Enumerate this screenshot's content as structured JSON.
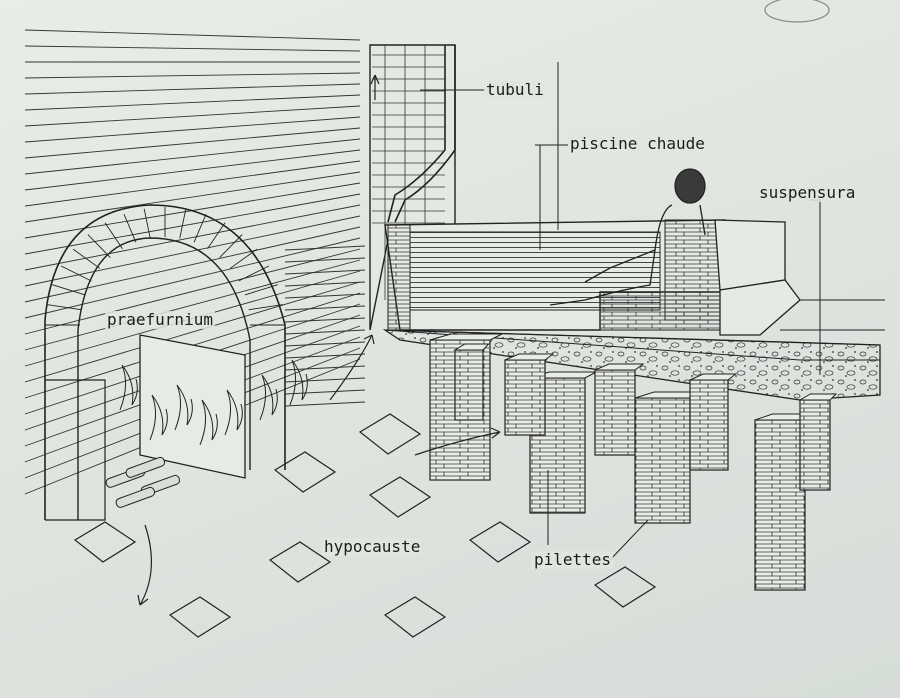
{
  "diagram": {
    "labels": {
      "tubuli": "tubuli",
      "piscine": "piscine chaude",
      "suspensura": "suspensura",
      "praefurnium": "praefurnium",
      "hypocauste": "hypocauste",
      "pilettes": "pilettes"
    },
    "colors": {
      "paper": "#dfe5df",
      "ink": "#1c1c1c"
    }
  }
}
